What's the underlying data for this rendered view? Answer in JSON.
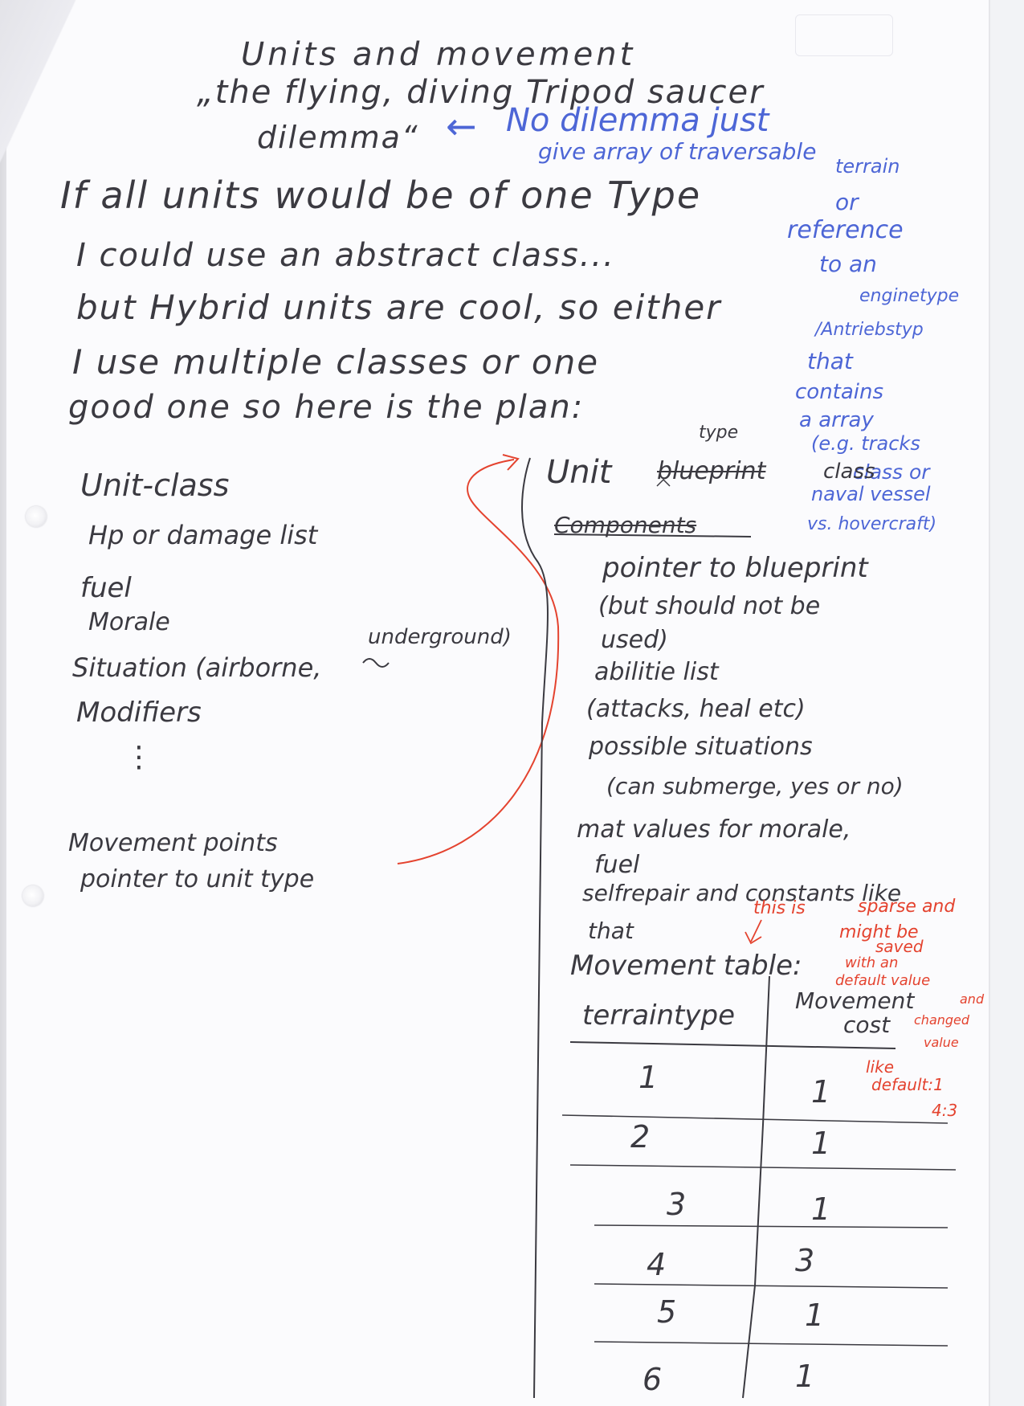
{
  "title": {
    "line1": "Units and movement",
    "line2": "„the flying, diving Tripod saucer",
    "line3": "dilemma“"
  },
  "blue_note": {
    "arrow": "←",
    "line1": "No dilemma just",
    "line2": "give array of traversable",
    "line3": "terrain",
    "line4": "or",
    "line5": "reference",
    "line6": "to an",
    "line7": "enginetype",
    "line8": "/Antriebstyp",
    "line9": "that",
    "line10": "contains",
    "line11": "a array",
    "line12": "(e.g. tracks",
    "line13": "class or",
    "line14": "naval vessel",
    "line15": "vs. hovercraft)"
  },
  "intro": {
    "line1": "If all units would be of one Type",
    "line2": "I could use an abstract class...",
    "line3": "but Hybrid units are cool, so either",
    "line4": "I use multiple classes or one",
    "line5": "good one so here is the plan:"
  },
  "unit_class": {
    "heading": "Unit-class",
    "items": [
      "Hp or damage list",
      "fuel",
      "Morale",
      "Situation (airborne,",
      "Modifiers"
    ],
    "situation_extra": "underground)",
    "ellipsis": "⋮",
    "movement_points": "Movement points",
    "pointer": "pointer to unit type"
  },
  "unit_type": {
    "heading": "Unit",
    "inserted": "type",
    "struck_word": "blueprint",
    "tail": "class",
    "struck_components": "Components",
    "lines": [
      "pointer to blueprint",
      "(but should not be",
      "used)",
      "abilitie list",
      "(attacks, heal etc)",
      "possible situations",
      "(can submerge, yes or no)",
      "mat values for morale,",
      "fuel",
      "selfrepair and constants like",
      "that"
    ],
    "movement_table_label": "Movement table:"
  },
  "red_notes": {
    "this_is": "this is",
    "sparse1": "sparse and",
    "sparse2": "might be",
    "sparse3": "saved",
    "sparse4": "with an",
    "sparse5": "default value",
    "sparse6": "and",
    "sparse7": "changed",
    "sparse8": "value",
    "like1": "like",
    "like2": "default:1",
    "like3": "4:3"
  },
  "movement_table": {
    "columns": [
      "terraintype",
      "Movement",
      "cost"
    ],
    "rows": [
      {
        "terrain": "1",
        "cost": "1"
      },
      {
        "terrain": "2",
        "cost": "1"
      },
      {
        "terrain": "3",
        "cost": "1"
      },
      {
        "terrain": "4",
        "cost": "3"
      },
      {
        "terrain": "5",
        "cost": "1"
      },
      {
        "terrain": "6",
        "cost": "1"
      }
    ]
  },
  "colors": {
    "pen": "#3b3a41",
    "blue_pen": "#4d66d6",
    "red_pen": "#e4432f"
  }
}
